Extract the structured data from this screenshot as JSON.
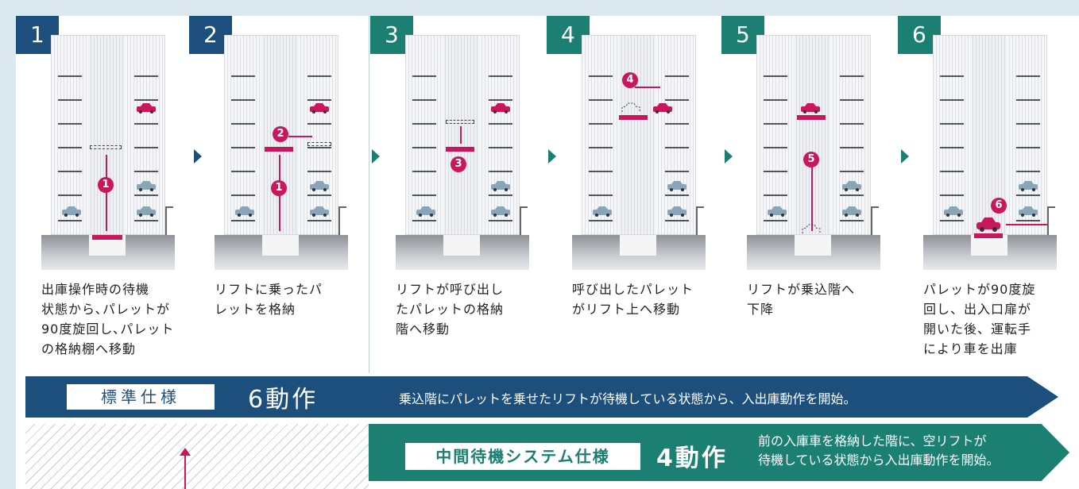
{
  "steps": [
    {
      "number": "1",
      "text": "出庫操作時の待機\n状態から､パレットが\n90度旋回し､パレット\nの格納棚へ移動",
      "color": "#1d4f7c",
      "markers": [
        "1"
      ]
    },
    {
      "number": "2",
      "text": "リフトに乗ったパ\nレットを格納",
      "color": "#1d4f7c",
      "markers": [
        "1",
        "2"
      ]
    },
    {
      "number": "3",
      "text": "リフトが呼び出し\nたパレットの格納\n階へ移動",
      "color": "#1b7f72",
      "markers": [
        "3"
      ]
    },
    {
      "number": "4",
      "text": "呼び出したパレット\nがリフト上へ移動",
      "color": "#1b7f72",
      "markers": [
        "4"
      ]
    },
    {
      "number": "5",
      "text": "リフトが乗込階へ\n下降",
      "color": "#1b7f72",
      "markers": [
        "5"
      ]
    },
    {
      "number": "6",
      "text": "パレットが90度旋\n回し、出入口扉が\n開いた後、運転手\nにより車を出庫",
      "color": "#1b7f72",
      "markers": [
        "6"
      ]
    }
  ],
  "standard": {
    "label": "標準仕様",
    "count": "6動作",
    "description": "乗込階にパレットを乗せたリフトが待機している状態から、入出庫動作を開始。"
  },
  "intermediate": {
    "label": "中間待機システム仕様",
    "count": "4動作",
    "description_line1": "前の入庫車を格納した階に、空リフトが",
    "description_line2": "待機している状態から入出庫動作を開始。"
  },
  "colors": {
    "blue": "#1d4f7c",
    "teal": "#1b7f72",
    "accent": "#c8175d"
  }
}
